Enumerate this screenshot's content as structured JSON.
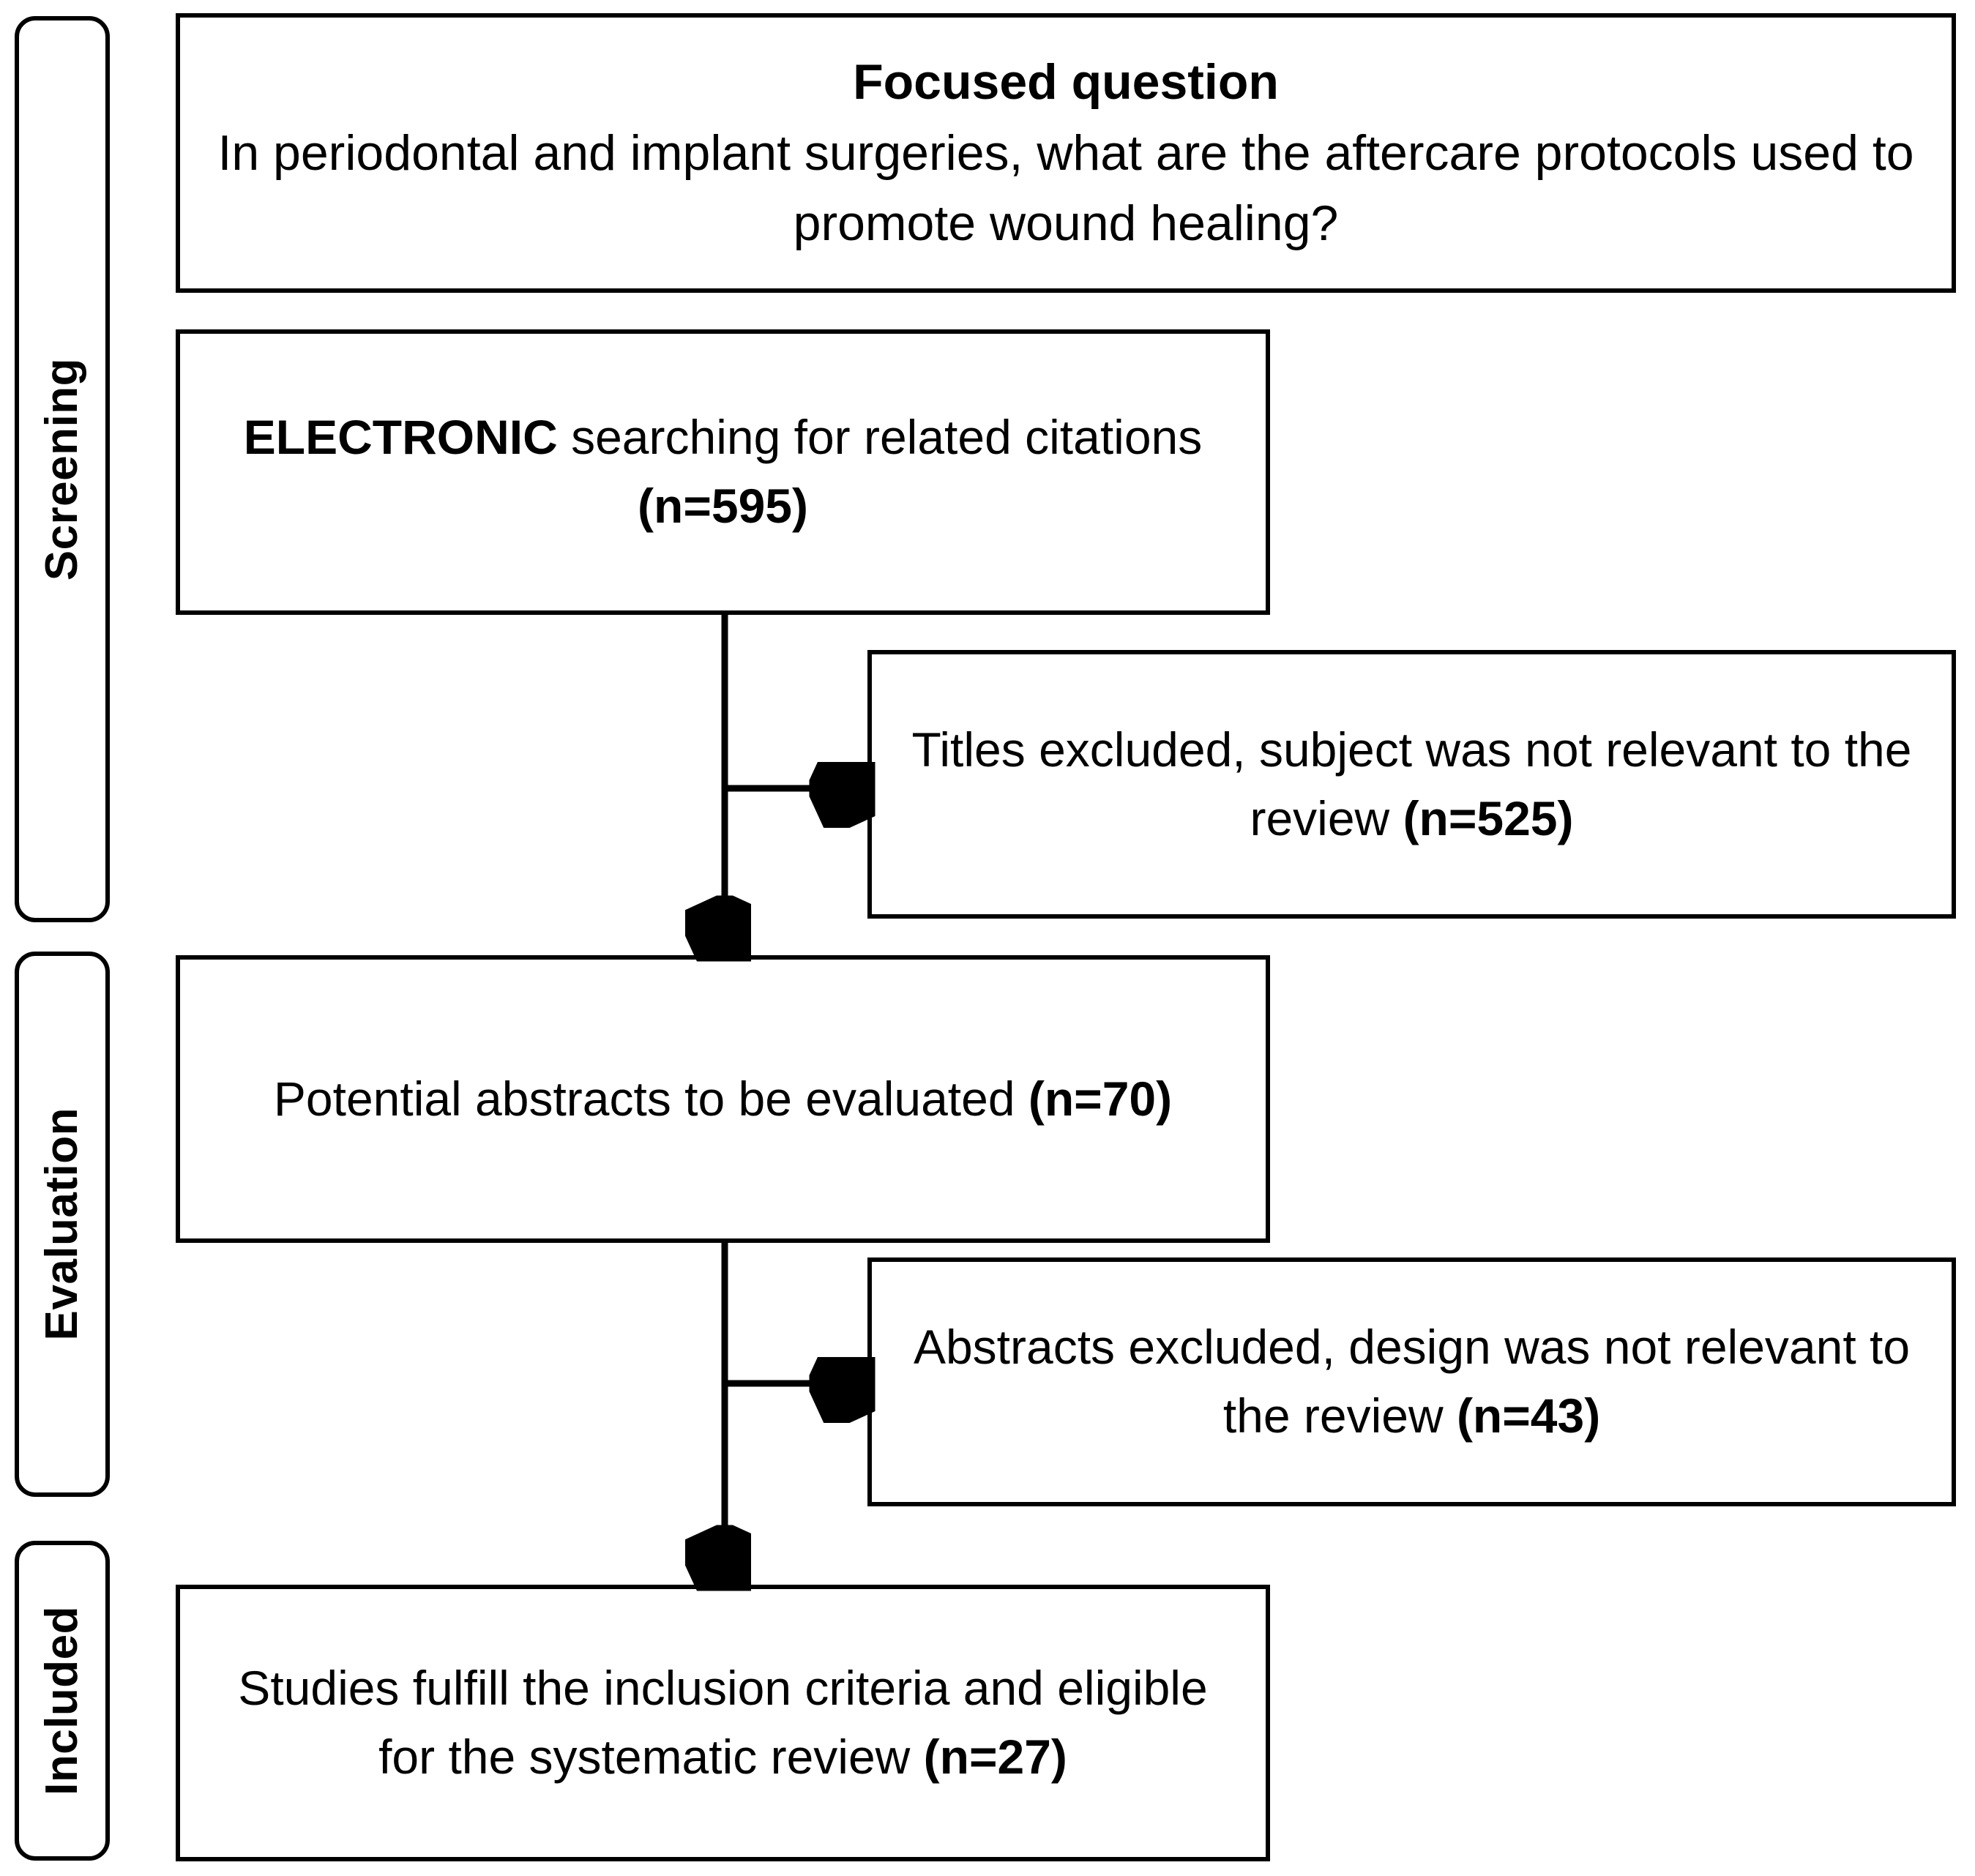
{
  "diagram": {
    "title": "PRISMA study selection flow diagram",
    "colors": {
      "stroke": "#000000",
      "background": "#ffffff",
      "text": "#000000"
    },
    "stages": [
      {
        "id": "screening",
        "label": "Screening"
      },
      {
        "id": "evaluation",
        "label": "Evaluation"
      },
      {
        "id": "included",
        "label": "Included"
      }
    ],
    "boxes": {
      "focused_question": {
        "heading": "Focused question",
        "body": "In periodontal and implant surgeries, what are the aftercare protocols used to promote wound healing?"
      },
      "electronic_search": {
        "emphasis": "ELECTRONIC",
        "body": " searching for related citations ",
        "count": "(n=595)",
        "n": 595
      },
      "titles_excluded": {
        "body": "Titles excluded, subject was not relevant to the review  ",
        "count": "(n=525)",
        "n": 525
      },
      "potential_abstracts": {
        "body": "Potential abstracts to be evaluated ",
        "count": "(n=70)",
        "n": 70
      },
      "abstracts_excluded": {
        "body": "Abstracts excluded, design was not relevant to the review ",
        "count": "(n=43)",
        "n": 43
      },
      "studies_included": {
        "body": "Studies fulfill the inclusion criteria and eligible for the systematic review ",
        "count": "(n=27)",
        "n": 27
      }
    },
    "flow": {
      "records_identified": 595,
      "titles_excluded": 525,
      "abstracts_screened": 70,
      "abstracts_excluded": 43,
      "studies_included": 27
    }
  }
}
